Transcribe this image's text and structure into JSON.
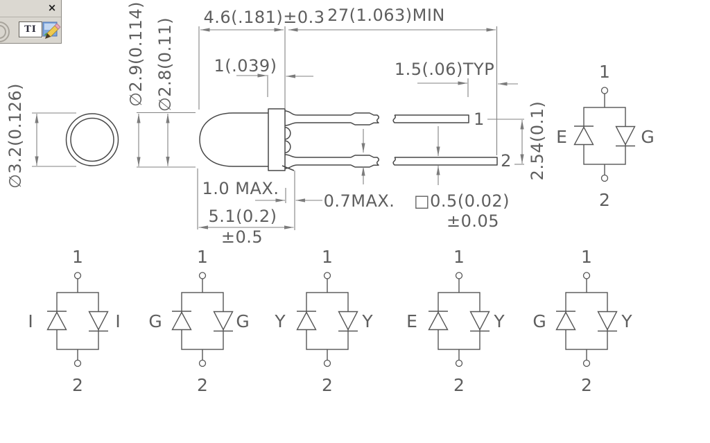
{
  "window": {
    "close_label": "×",
    "text_tool_label": "TI"
  },
  "drawing": {
    "dim_body_length": "4.6(.181)±0.3",
    "dim_lead_length": "27(1.063)MIN",
    "dim_flange_thickness": "1(.039)",
    "dim_lead_tip_offset": "1.5(.06)TYP",
    "dim_lens_diameter": "∅3.2(0.126)",
    "dim_flange_diameter": "∅2.9(0.114)",
    "dim_body_diameter": "∅2.8(0.11)",
    "dim_lead_pitch": "2.54(0.1)",
    "dim_standoff": "1.0 MAX.",
    "dim_base_length": "5.1(0.2)",
    "dim_base_tolerance": "±0.5",
    "dim_crimp_thickness": "0.7MAX.",
    "dim_lead_square": "□0.5(0.02)",
    "dim_lead_square_tolerance": "±0.05",
    "pin1": "1",
    "pin2": "2"
  },
  "circuits": {
    "top": {
      "pin1": "1",
      "pin2": "2",
      "left": "E",
      "right": "G"
    },
    "bottom": [
      {
        "pin1": "1",
        "pin2": "2",
        "left": "I",
        "right": "I"
      },
      {
        "pin1": "1",
        "pin2": "2",
        "left": "G",
        "right": "G"
      },
      {
        "pin1": "1",
        "pin2": "2",
        "left": "Y",
        "right": "Y"
      },
      {
        "pin1": "1",
        "pin2": "2",
        "left": "E",
        "right": "Y"
      },
      {
        "pin1": "1",
        "pin2": "2",
        "left": "G",
        "right": "Y"
      }
    ]
  }
}
